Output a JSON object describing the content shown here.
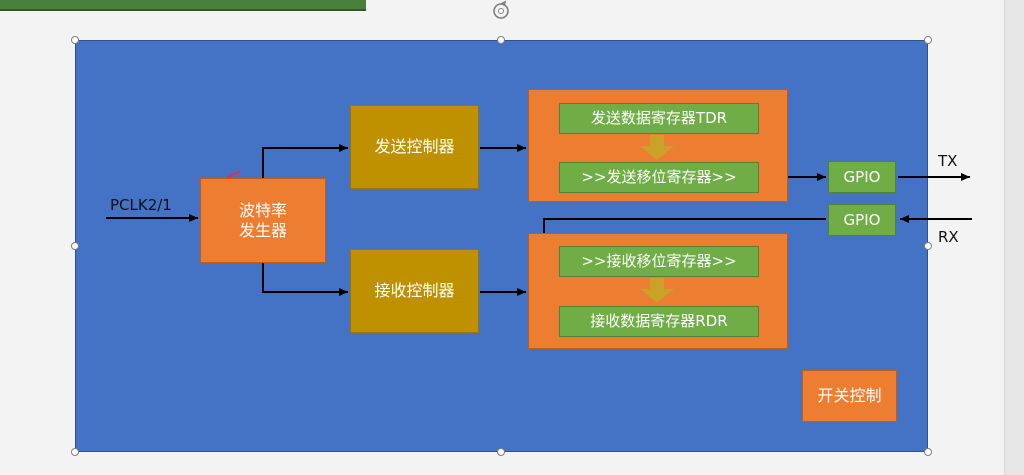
{
  "diagram": {
    "input_label": "PCLK2/1",
    "baud_generator": "波特率\n发生器",
    "tx_controller": "发送控制器",
    "rx_controller": "接收控制器",
    "tdr": "发送数据寄存器TDR",
    "tx_shift": ">>发送移位寄存器>>",
    "rx_shift": ">>接收移位寄存器>>",
    "rdr": "接收数据寄存器RDR",
    "gpio_tx": "GPIO",
    "gpio_rx": "GPIO",
    "tx_label": "TX",
    "rx_label": "RX",
    "switch_control": "开关控制"
  },
  "colors": {
    "background": "#4472c4",
    "orange": "#ed7d31",
    "gold": "#bf9000",
    "green": "#70ad47",
    "line": "#000000"
  }
}
